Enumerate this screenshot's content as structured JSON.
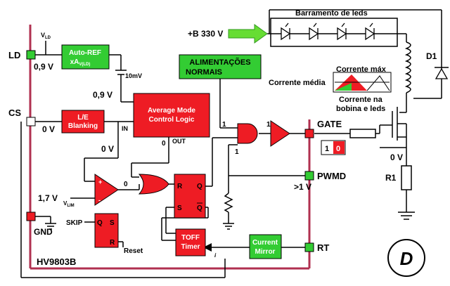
{
  "pins": {
    "ld": "LD",
    "cs": "CS",
    "gnd": "GND",
    "gate": "GATE",
    "pwmd": "PWMD",
    "rt": "RT"
  },
  "labels": {
    "vld": "V",
    "vld_sub": "LD",
    "ld_voltage": "0,9 V",
    "autoref_line1": "Auto-REF",
    "autoref_line2": "xA",
    "autoref_sub": "V(LD)",
    "ten_mv": "10mV",
    "autoref_out_voltage": "0,9 V",
    "cs_voltage": "0 V",
    "le_line1": "L/E",
    "le_line2": "Blanking",
    "in_label": "IN",
    "amcl_line1": "Average Mode",
    "amcl_line2": "Control Logic",
    "comp_in_voltage": "0 V",
    "out_label": "OUT",
    "out_value": "0",
    "vlim_voltage": "1,7 V",
    "vlim": "V",
    "vlim_sub": "LIM",
    "comp_out_value": "0",
    "skip": "SKIP",
    "sr_q": "Q",
    "sr_s": "S",
    "sr_r": "R",
    "reset": "Reset",
    "ff_r": "R",
    "ff_q": "Q",
    "ff_s": "S",
    "ff_qb": "Q",
    "toff_line1": "TOFF",
    "toff_line2": "Timer",
    "cm_line1": "Current",
    "cm_line2": "Mirror",
    "i_label": "i",
    "chip_name": "HV9803B",
    "alim_line1": "ALIMENTAÇÕES",
    "alim_line2": "NORMAIS",
    "and_in1": "1",
    "and_in2": "1",
    "and_in3": "1",
    "gate_box_1": "1",
    "gate_box_0": "0",
    "pwmd_voltage": ">1 V",
    "supply": "+B 330 V",
    "led_bus": "Barramento de leds",
    "d1": "D1",
    "corrente_max": "Corrente máx",
    "corrente_media": "Corrente média",
    "corrente_bobina1": "Corrente na",
    "corrente_bobina2": "bobina e leds",
    "mosfet_v": "0 V",
    "r1": "R1",
    "logo": "D"
  },
  "colors": {
    "chip_border": "#b03050",
    "block_red": "#ee1c24",
    "block_green": "#33cc33",
    "pin_green": "#33cc33",
    "pin_red": "#ee1c24",
    "arrow_green": "#66dd33"
  }
}
